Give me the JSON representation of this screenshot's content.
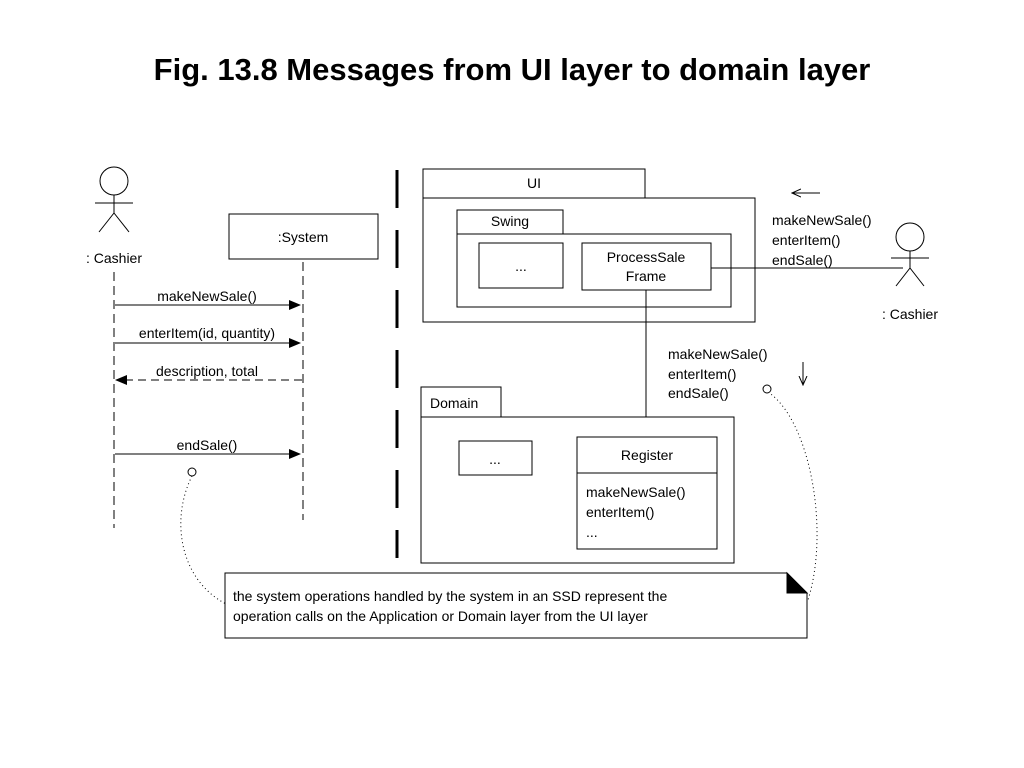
{
  "title": "Fig. 13.8  Messages from UI layer to domain layer",
  "ssd": {
    "actor_label": ": Cashier",
    "system_label": ":System",
    "messages": [
      "makeNewSale()",
      "enterItem(id, quantity)",
      "description, total",
      "endSale()"
    ]
  },
  "layers": {
    "ui": {
      "package_label": "UI",
      "swing_label": "Swing",
      "ellipsis": "...",
      "frame_label": [
        "ProcessSale",
        "Frame"
      ]
    },
    "domain": {
      "package_label": "Domain",
      "ellipsis": "...",
      "register_label": "Register",
      "register_ops": [
        "makeNewSale()",
        "enterItem()",
        "..."
      ]
    }
  },
  "actor_right": {
    "label": ": Cashier",
    "ops": [
      "makeNewSale()",
      "enterItem()",
      "endSale()"
    ]
  },
  "frame_to_register_ops": [
    "makeNewSale()",
    "enterItem()",
    "endSale()"
  ],
  "note": [
    "the system operations handled by the system in an SSD represent the",
    "operation calls on the Application or Domain layer from the UI layer"
  ]
}
